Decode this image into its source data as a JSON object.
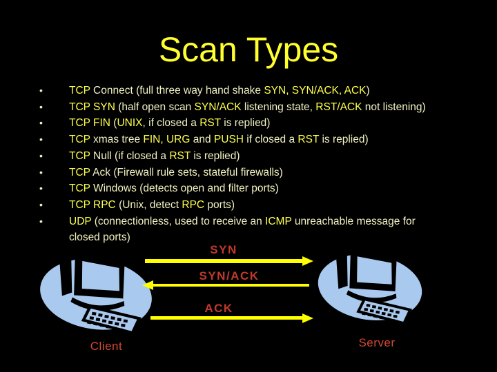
{
  "slide": {
    "title": "Scan Types",
    "bullet_char": "•",
    "bullets": [
      {
        "segments": [
          {
            "t": "TCP",
            "hl": true
          },
          {
            "t": " Connect (full three way hand shake ",
            "hl": false
          },
          {
            "t": "SYN, SYN/ACK, ACK",
            "hl": true
          },
          {
            "t": ")",
            "hl": false
          }
        ]
      },
      {
        "segments": [
          {
            "t": "TCP SYN",
            "hl": true
          },
          {
            "t": " (half open scan ",
            "hl": false
          },
          {
            "t": "SYN/ACK",
            "hl": true
          },
          {
            "t": " listening state, ",
            "hl": false
          },
          {
            "t": "RST/ACK",
            "hl": true
          },
          {
            "t": " not listening)",
            "hl": false
          }
        ]
      },
      {
        "segments": [
          {
            "t": "TCP FIN",
            "hl": true
          },
          {
            "t": " (",
            "hl": false
          },
          {
            "t": "UNIX",
            "hl": true
          },
          {
            "t": ", if closed a ",
            "hl": false
          },
          {
            "t": "RST",
            "hl": true
          },
          {
            "t": " is replied)",
            "hl": false
          }
        ]
      },
      {
        "segments": [
          {
            "t": "TCP",
            "hl": true
          },
          {
            "t": " xmas tree ",
            "hl": false
          },
          {
            "t": "FIN, URG",
            "hl": true
          },
          {
            "t": " and ",
            "hl": false
          },
          {
            "t": "PUSH",
            "hl": true
          },
          {
            "t": " if closed a ",
            "hl": false
          },
          {
            "t": "RST",
            "hl": true
          },
          {
            "t": " is replied)",
            "hl": false
          }
        ]
      },
      {
        "segments": [
          {
            "t": "TCP",
            "hl": true
          },
          {
            "t": " Null (if closed a ",
            "hl": false
          },
          {
            "t": "RST",
            "hl": true
          },
          {
            "t": " is replied)",
            "hl": false
          }
        ]
      },
      {
        "segments": [
          {
            "t": "TCP",
            "hl": true
          },
          {
            "t": " Ack (Firewall rule sets, stateful firewalls)",
            "hl": false
          }
        ]
      },
      {
        "segments": [
          {
            "t": "TCP",
            "hl": true
          },
          {
            "t": " Windows (detects open and filter ports)",
            "hl": false
          }
        ]
      },
      {
        "segments": [
          {
            "t": "TCP RPC",
            "hl": true
          },
          {
            "t": " (Unix, detect ",
            "hl": false
          },
          {
            "t": "RPC",
            "hl": true
          },
          {
            "t": " ports)",
            "hl": false
          }
        ]
      },
      {
        "segments": [
          {
            "t": "UDP",
            "hl": true
          },
          {
            "t": " (connectionless, used to receive an ",
            "hl": false
          },
          {
            "t": "ICMP",
            "hl": true
          },
          {
            "t": " unreachable message for",
            "hl": false
          },
          {
            "br": true
          },
          {
            "t": "closed ports)",
            "hl": false
          }
        ]
      }
    ],
    "diagram": {
      "arrows": [
        {
          "label": "SYN",
          "direction": "right"
        },
        {
          "label": "SYN/ACK",
          "direction": "left"
        },
        {
          "label": "ACK",
          "direction": "right"
        }
      ],
      "client_label": "Client",
      "server_label": "Server",
      "node_icon": "computer-clipart"
    },
    "colors": {
      "background": "#000000",
      "title": "#ffff2e",
      "body_text": "#f2f2c2",
      "highlight_text": "#ffff4d",
      "arrow": "#ffff00",
      "arrow_label": "#c23a2a",
      "node_label": "#d4492e",
      "computer_fill": "#a9c9ee"
    }
  }
}
